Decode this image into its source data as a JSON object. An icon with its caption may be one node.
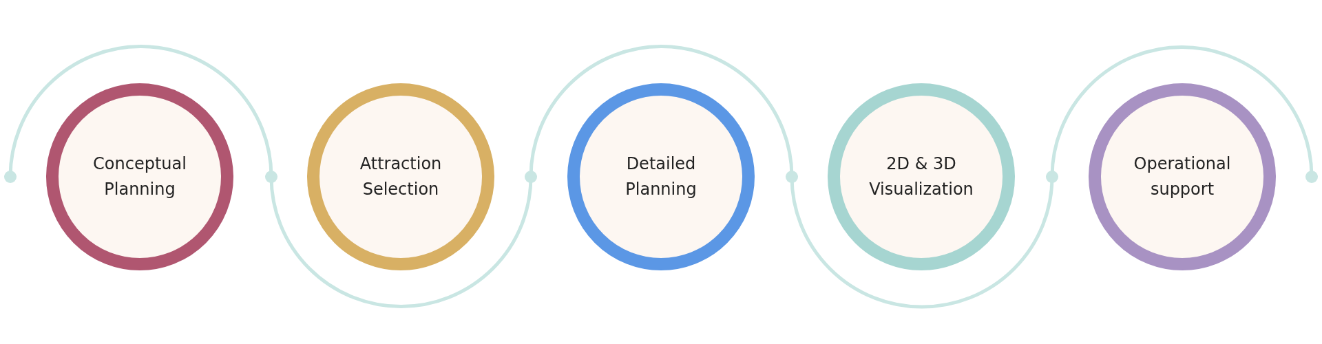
{
  "diagram": {
    "nodes": [
      {
        "text": [
          "Conceptual Planning"
        ]
      },
      {
        "text": [
          "Attraction Selection"
        ]
      },
      {
        "text": [
          "Detailed Planning"
        ]
      },
      {
        "text": [
          "2D & 3D Visualization"
        ]
      },
      {
        "text": [
          "Operational support"
        ]
      }
    ]
  }
}
